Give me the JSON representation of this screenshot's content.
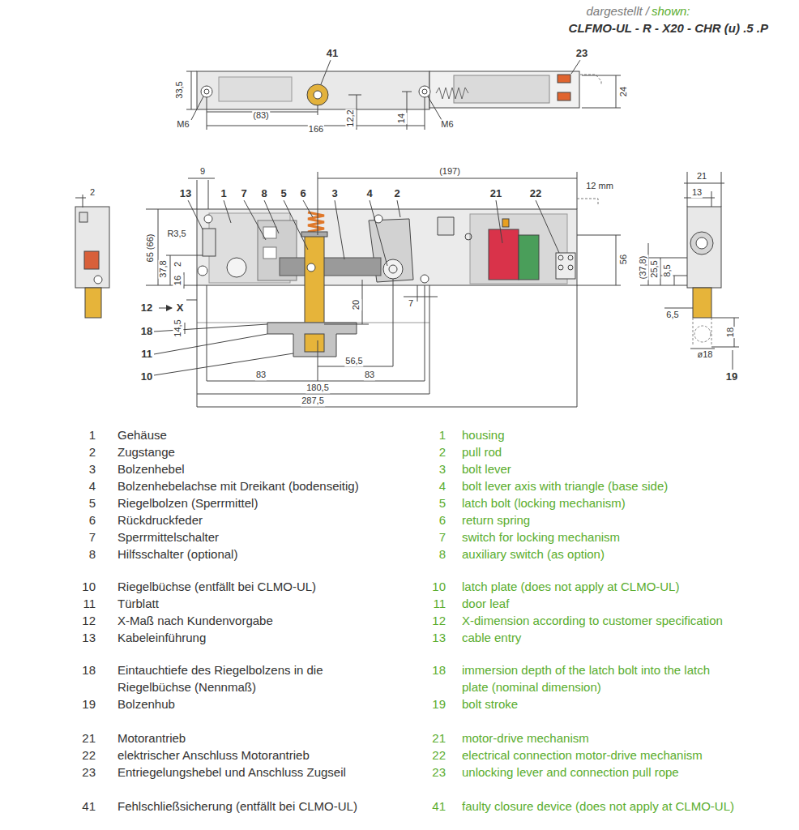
{
  "diagram": {
    "labels": [
      "dargestellt /",
      "shown:",
      "CLFMO-UL - R - X20 - CHR (u) .5 .P",
      "41",
      "23",
      "33,5",
      "M6",
      "(83)",
      "166",
      "12,2",
      "14",
      "M6",
      "24",
      "9",
      "(197)",
      "12 mm",
      "13",
      "1",
      "7",
      "8",
      "5",
      "6",
      "3",
      "4",
      "2",
      "21",
      "22",
      "R3,5",
      "65 (66)",
      "37,8",
      "2",
      "16",
      "20",
      "7",
      "56",
      "12",
      "X",
      "18",
      "14,5",
      "11",
      "56,5",
      "10",
      "83",
      "83",
      "180,5",
      "287,5",
      "2",
      "21",
      "13",
      "(37,8)",
      "25,5",
      "8,5",
      "6,5",
      "ø18",
      "18",
      "19",
      "1",
      "Gehäuse",
      "1",
      "housing",
      "2",
      "Zugstange",
      "2",
      "pull rod",
      "3",
      "Bolzenhebel",
      "3",
      "bolt lever",
      "4",
      "Bolzenhebelachse mit Dreikant (bodenseitig)",
      "4",
      "bolt lever axis with triangle (base side)",
      "5",
      "Riegelbolzen (Sperrmittel)",
      "5",
      "latch bolt (locking mechanism)",
      "6",
      "Rückdruckfeder",
      "6",
      "return spring",
      "7",
      "Sperrmittelschalter",
      "7",
      "switch for locking mechanism",
      "8",
      "Hilfsschalter (optional)",
      "8",
      "auxiliary switch (as option)",
      "10",
      "Riegelbüchse (entfällt bei CLMO-UL)",
      "10",
      "latch plate (does not apply at CLMO-UL)",
      "11",
      "Türblatt",
      "11",
      "door leaf",
      "12",
      "X-Maß nach Kundenvorgabe",
      "12",
      "X-dimension according to customer specification",
      "13",
      "Kabeleinführung",
      "13",
      "cable entry",
      "18",
      "Eintauchtiefe des Riegelbolzens in die Riegelbüchse (Nennmaß)",
      "18",
      "immersion depth of the latch bolt into the latch plate (nominal dimension)",
      "19",
      "Bolzenhub",
      "19",
      "bolt stroke",
      "21",
      "Motorantrieb",
      "21",
      "motor-drive mechanism",
      "22",
      "elektrischer Anschluss Motorantrieb",
      "22",
      "electrical connection motor-drive mechanism",
      "23",
      "Entriegelungshebel und Anschluss Zugseil",
      "23",
      "unlocking lever and connection pull rope",
      "41",
      "Fehlschließsicherung (entfällt bei CLMO-UL)",
      "41",
      "faulty closure device (does not apply at CLMO-UL)"
    ]
  }
}
